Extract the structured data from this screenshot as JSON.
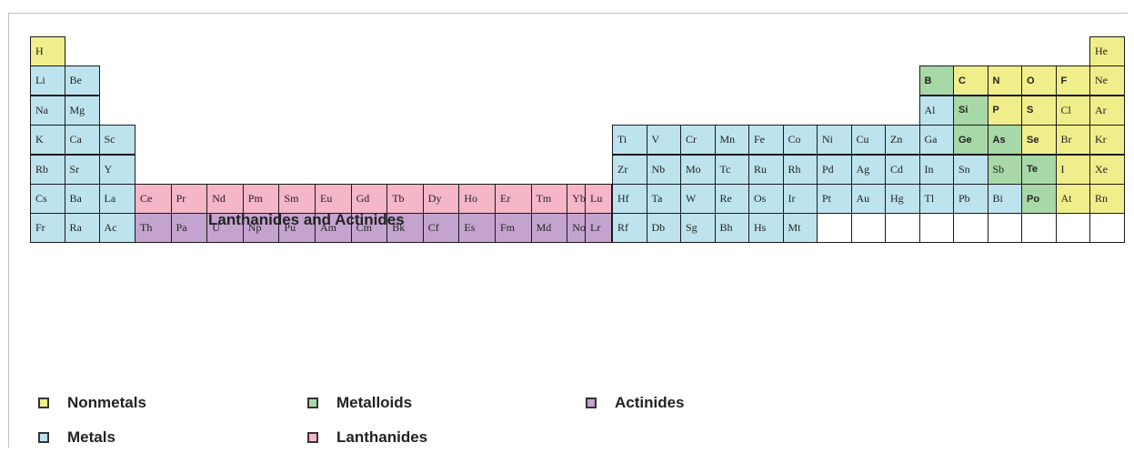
{
  "section_title": "Lanthanides and Actinides",
  "colors": {
    "nonmetal": "#f0ee8a",
    "metal": "#bde3ee",
    "metalloid": "#a8d8a8",
    "lanthanide": "#f5b6c8",
    "actinide": "#c5a3cf",
    "empty": "#ffffff"
  },
  "legend": [
    {
      "label": "Nonmetals",
      "category": "nonmetal"
    },
    {
      "label": "Metals",
      "category": "metal"
    },
    {
      "label": "Metalloids",
      "category": "metalloid"
    },
    {
      "label": "Lanthanides",
      "category": "lanthanide"
    },
    {
      "label": "Actinides",
      "category": "actinide"
    }
  ],
  "elements": [
    {
      "s": "H",
      "row": 1,
      "col": 1,
      "cat": "nonmetal"
    },
    {
      "s": "He",
      "row": 1,
      "col": 32,
      "cat": "nonmetal"
    },
    {
      "s": "Li",
      "row": 2,
      "col": 1,
      "cat": "metal"
    },
    {
      "s": "Be",
      "row": 2,
      "col": 2,
      "cat": "metal"
    },
    {
      "s": "B",
      "row": 2,
      "col": 27,
      "cat": "metalloid"
    },
    {
      "s": "C",
      "row": 2,
      "col": 28,
      "cat": "nonmetal"
    },
    {
      "s": "N",
      "row": 2,
      "col": 29,
      "cat": "nonmetal"
    },
    {
      "s": "O",
      "row": 2,
      "col": 30,
      "cat": "nonmetal"
    },
    {
      "s": "F",
      "row": 2,
      "col": 31,
      "cat": "nonmetal"
    },
    {
      "s": "Ne",
      "row": 2,
      "col": 32,
      "cat": "nonmetal"
    },
    {
      "s": "Na",
      "row": 3,
      "col": 1,
      "cat": "metal"
    },
    {
      "s": "Mg",
      "row": 3,
      "col": 2,
      "cat": "metal"
    },
    {
      "s": "Al",
      "row": 3,
      "col": 27,
      "cat": "metal"
    },
    {
      "s": "Si",
      "row": 3,
      "col": 28,
      "cat": "metalloid"
    },
    {
      "s": "P",
      "row": 3,
      "col": 29,
      "cat": "nonmetal"
    },
    {
      "s": "S",
      "row": 3,
      "col": 30,
      "cat": "nonmetal"
    },
    {
      "s": "Cl",
      "row": 3,
      "col": 31,
      "cat": "nonmetal"
    },
    {
      "s": "Ar",
      "row": 3,
      "col": 32,
      "cat": "nonmetal"
    },
    {
      "s": "K",
      "row": 4,
      "col": 1,
      "cat": "metal"
    },
    {
      "s": "Ca",
      "row": 4,
      "col": 2,
      "cat": "metal"
    },
    {
      "s": "Sc",
      "row": 4,
      "col": 3,
      "cat": "metal"
    },
    {
      "s": "Ti",
      "row": 4,
      "col": 18,
      "cat": "metal"
    },
    {
      "s": "V",
      "row": 4,
      "col": 19,
      "cat": "metal"
    },
    {
      "s": "Cr",
      "row": 4,
      "col": 20,
      "cat": "metal"
    },
    {
      "s": "Mn",
      "row": 4,
      "col": 21,
      "cat": "metal"
    },
    {
      "s": "Fe",
      "row": 4,
      "col": 22,
      "cat": "metal"
    },
    {
      "s": "Co",
      "row": 4,
      "col": 23,
      "cat": "metal"
    },
    {
      "s": "Ni",
      "row": 4,
      "col": 24,
      "cat": "metal"
    },
    {
      "s": "Cu",
      "row": 4,
      "col": 25,
      "cat": "metal"
    },
    {
      "s": "Zn",
      "row": 4,
      "col": 26,
      "cat": "metal"
    },
    {
      "s": "Ga",
      "row": 4,
      "col": 27,
      "cat": "metal"
    },
    {
      "s": "Ge",
      "row": 4,
      "col": 28,
      "cat": "metalloid"
    },
    {
      "s": "As",
      "row": 4,
      "col": 29,
      "cat": "metalloid"
    },
    {
      "s": "Se",
      "row": 4,
      "col": 30,
      "cat": "nonmetal"
    },
    {
      "s": "Br",
      "row": 4,
      "col": 31,
      "cat": "nonmetal"
    },
    {
      "s": "Kr",
      "row": 4,
      "col": 32,
      "cat": "nonmetal"
    },
    {
      "s": "Rb",
      "row": 5,
      "col": 1,
      "cat": "metal"
    },
    {
      "s": "Sr",
      "row": 5,
      "col": 2,
      "cat": "metal"
    },
    {
      "s": "Y",
      "row": 5,
      "col": 3,
      "cat": "metal"
    },
    {
      "s": "Zr",
      "row": 5,
      "col": 18,
      "cat": "metal"
    },
    {
      "s": "Nb",
      "row": 5,
      "col": 19,
      "cat": "metal"
    },
    {
      "s": "Mo",
      "row": 5,
      "col": 20,
      "cat": "metal"
    },
    {
      "s": "Tc",
      "row": 5,
      "col": 21,
      "cat": "metal"
    },
    {
      "s": "Ru",
      "row": 5,
      "col": 22,
      "cat": "metal"
    },
    {
      "s": "Rh",
      "row": 5,
      "col": 23,
      "cat": "metal"
    },
    {
      "s": "Pd",
      "row": 5,
      "col": 24,
      "cat": "metal"
    },
    {
      "s": "Ag",
      "row": 5,
      "col": 25,
      "cat": "metal"
    },
    {
      "s": "Cd",
      "row": 5,
      "col": 26,
      "cat": "metal"
    },
    {
      "s": "In",
      "row": 5,
      "col": 27,
      "cat": "metal"
    },
    {
      "s": "Sn",
      "row": 5,
      "col": 28,
      "cat": "metal"
    },
    {
      "s": "Sb",
      "row": 5,
      "col": 29,
      "cat": "metalloid"
    },
    {
      "s": "Te",
      "row": 5,
      "col": 30,
      "cat": "metalloid"
    },
    {
      "s": "I",
      "row": 5,
      "col": 31,
      "cat": "nonmetal"
    },
    {
      "s": "Xe",
      "row": 5,
      "col": 32,
      "cat": "nonmetal"
    },
    {
      "s": "Cs",
      "row": 6,
      "col": 1,
      "cat": "metal"
    },
    {
      "s": "Ba",
      "row": 6,
      "col": 2,
      "cat": "metal"
    },
    {
      "s": "La",
      "row": 6,
      "col": 3,
      "cat": "metal"
    },
    {
      "s": "Ce",
      "row": 6,
      "col": 4,
      "cat": "lanthanide"
    },
    {
      "s": "Pr",
      "row": 6,
      "col": 5,
      "cat": "lanthanide"
    },
    {
      "s": "Nd",
      "row": 6,
      "col": 6,
      "cat": "lanthanide"
    },
    {
      "s": "Pm",
      "row": 6,
      "col": 7,
      "cat": "lanthanide"
    },
    {
      "s": "Sm",
      "row": 6,
      "col": 8,
      "cat": "lanthanide"
    },
    {
      "s": "Eu",
      "row": 6,
      "col": 9,
      "cat": "lanthanide"
    },
    {
      "s": "Gd",
      "row": 6,
      "col": 10,
      "cat": "lanthanide"
    },
    {
      "s": "Tb",
      "row": 6,
      "col": 11,
      "cat": "lanthanide"
    },
    {
      "s": "Dy",
      "row": 6,
      "col": 12,
      "cat": "lanthanide"
    },
    {
      "s": "Ho",
      "row": 6,
      "col": 13,
      "cat": "lanthanide"
    },
    {
      "s": "Er",
      "row": 6,
      "col": 14,
      "cat": "lanthanide"
    },
    {
      "s": "Tm",
      "row": 6,
      "col": 15,
      "cat": "lanthanide"
    },
    {
      "s": "Yb",
      "row": 6,
      "col": 16,
      "cat": "lanthanide"
    },
    {
      "s": "Lu",
      "row": 6,
      "col": 17,
      "cat": "lanthanide"
    },
    {
      "s": "Hf",
      "row": 6,
      "col": 18,
      "cat": "metal"
    },
    {
      "s": "Ta",
      "row": 6,
      "col": 19,
      "cat": "metal"
    },
    {
      "s": "W",
      "row": 6,
      "col": 20,
      "cat": "metal"
    },
    {
      "s": "Re",
      "row": 6,
      "col": 21,
      "cat": "metal"
    },
    {
      "s": "Os",
      "row": 6,
      "col": 22,
      "cat": "metal"
    },
    {
      "s": "Ir",
      "row": 6,
      "col": 23,
      "cat": "metal"
    },
    {
      "s": "Pt",
      "row": 6,
      "col": 24,
      "cat": "metal"
    },
    {
      "s": "Au",
      "row": 6,
      "col": 25,
      "cat": "metal"
    },
    {
      "s": "Hg",
      "row": 6,
      "col": 26,
      "cat": "metal"
    },
    {
      "s": "Tl",
      "row": 6,
      "col": 27,
      "cat": "metal"
    },
    {
      "s": "Pb",
      "row": 6,
      "col": 28,
      "cat": "metal"
    },
    {
      "s": "Bi",
      "row": 6,
      "col": 29,
      "cat": "metal"
    },
    {
      "s": "Po",
      "row": 6,
      "col": 30,
      "cat": "metalloid"
    },
    {
      "s": "At",
      "row": 6,
      "col": 31,
      "cat": "nonmetal"
    },
    {
      "s": "Rn",
      "row": 6,
      "col": 32,
      "cat": "nonmetal"
    },
    {
      "s": "Fr",
      "row": 7,
      "col": 1,
      "cat": "metal"
    },
    {
      "s": "Ra",
      "row": 7,
      "col": 2,
      "cat": "metal"
    },
    {
      "s": "Ac",
      "row": 7,
      "col": 3,
      "cat": "metal"
    },
    {
      "s": "Th",
      "row": 7,
      "col": 4,
      "cat": "actinide"
    },
    {
      "s": "Pa",
      "row": 7,
      "col": 5,
      "cat": "actinide"
    },
    {
      "s": "U",
      "row": 7,
      "col": 6,
      "cat": "actinide"
    },
    {
      "s": "Np",
      "row": 7,
      "col": 7,
      "cat": "actinide"
    },
    {
      "s": "Pu",
      "row": 7,
      "col": 8,
      "cat": "actinide"
    },
    {
      "s": "Am",
      "row": 7,
      "col": 9,
      "cat": "actinide"
    },
    {
      "s": "Cm",
      "row": 7,
      "col": 10,
      "cat": "actinide"
    },
    {
      "s": "Bk",
      "row": 7,
      "col": 11,
      "cat": "actinide"
    },
    {
      "s": "Cf",
      "row": 7,
      "col": 12,
      "cat": "actinide"
    },
    {
      "s": "Es",
      "row": 7,
      "col": 13,
      "cat": "actinide"
    },
    {
      "s": "Fm",
      "row": 7,
      "col": 14,
      "cat": "actinide"
    },
    {
      "s": "Md",
      "row": 7,
      "col": 15,
      "cat": "actinide"
    },
    {
      "s": "No",
      "row": 7,
      "col": 16,
      "cat": "actinide"
    },
    {
      "s": "Lr",
      "row": 7,
      "col": 17,
      "cat": "actinide"
    },
    {
      "s": "Rf",
      "row": 7,
      "col": 18,
      "cat": "metal"
    },
    {
      "s": "Db",
      "row": 7,
      "col": 19,
      "cat": "metal"
    },
    {
      "s": "Sg",
      "row": 7,
      "col": 20,
      "cat": "metal"
    },
    {
      "s": "Bh",
      "row": 7,
      "col": 21,
      "cat": "metal"
    },
    {
      "s": "Hs",
      "row": 7,
      "col": 22,
      "cat": "metal"
    },
    {
      "s": "Mt",
      "row": 7,
      "col": 23,
      "cat": "metal"
    },
    {
      "s": "",
      "row": 7,
      "col": 24,
      "cat": "empty"
    },
    {
      "s": "",
      "row": 7,
      "col": 25,
      "cat": "empty"
    },
    {
      "s": "",
      "row": 7,
      "col": 26,
      "cat": "empty"
    },
    {
      "s": "",
      "row": 7,
      "col": 27,
      "cat": "empty"
    },
    {
      "s": "",
      "row": 7,
      "col": 28,
      "cat": "empty"
    },
    {
      "s": "",
      "row": 7,
      "col": 29,
      "cat": "empty"
    },
    {
      "s": "",
      "row": 7,
      "col": 30,
      "cat": "empty"
    },
    {
      "s": "",
      "row": 7,
      "col": 31,
      "cat": "empty"
    },
    {
      "s": "",
      "row": 7,
      "col": 32,
      "cat": "empty"
    }
  ]
}
